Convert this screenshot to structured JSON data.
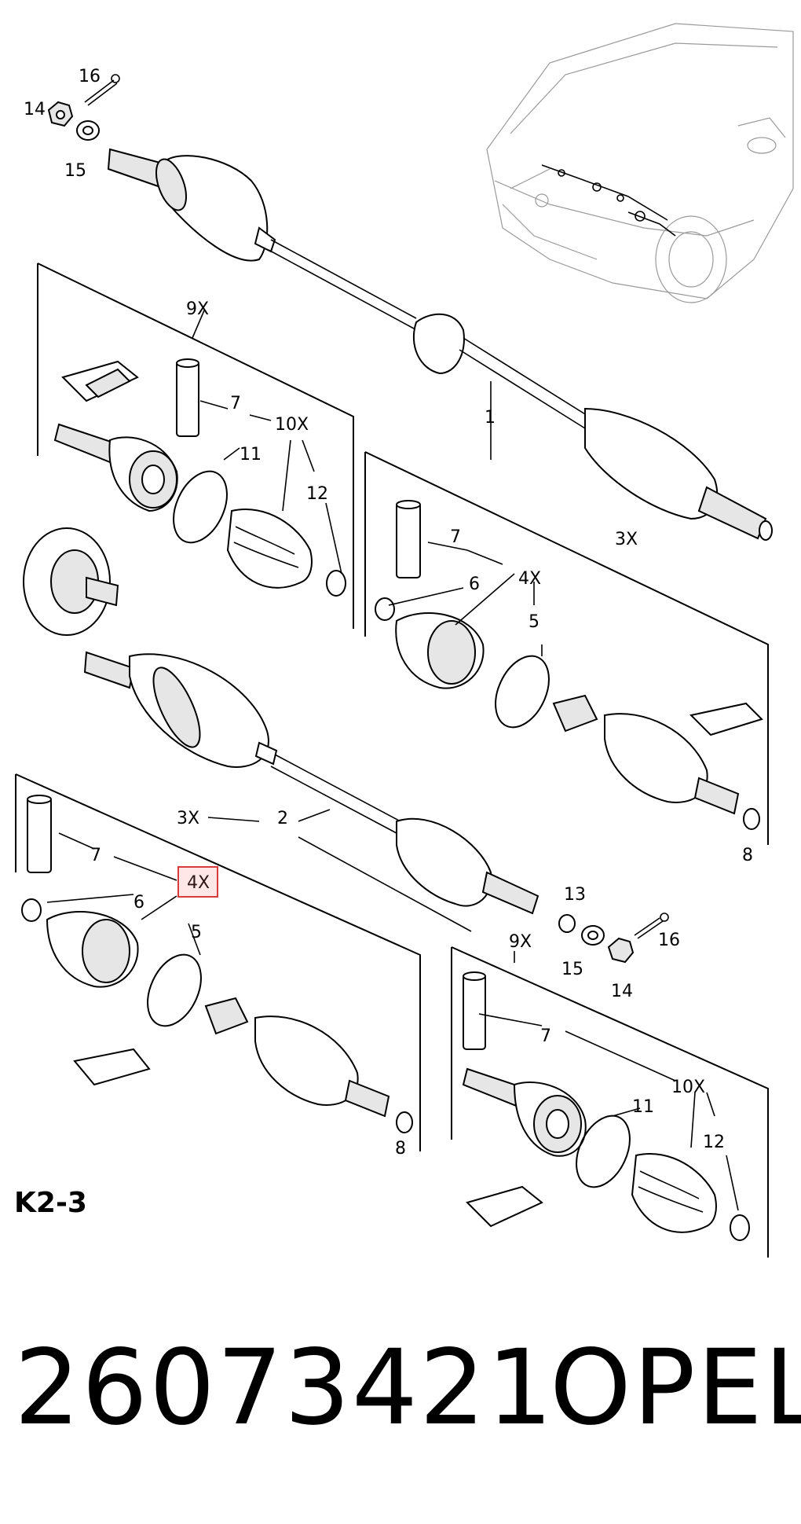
{
  "diagram": {
    "callouts": {
      "c16_top": "16",
      "c14_top": "14",
      "c15_top": "15",
      "c9x_left": "9X",
      "c7_left": "7",
      "c10x_left": "10X",
      "c11_left": "11",
      "c12_left": "12",
      "c1": "1",
      "c3x_right": "3X",
      "c7_right": "7",
      "c6_right": "6",
      "c4x_right": "4X",
      "c5_right": "5",
      "c8_right": "8",
      "c3x_mid": "3X",
      "c2": "2",
      "c7_lower": "7",
      "c6_lower": "6",
      "c4x_lower": "4X",
      "c5_lower": "5",
      "c8_lower": "8",
      "c13": "13",
      "c9x_lower": "9X",
      "c16_lower": "16",
      "c15_lower": "15",
      "c14_lower": "14",
      "c7_br": "7",
      "c10x_br": "10X",
      "c11_br": "11",
      "c12_br": "12"
    },
    "code_label": "K2-3",
    "part_number": "26073421",
    "brand": "OPEL",
    "highlight_color": "#d83c3c"
  }
}
